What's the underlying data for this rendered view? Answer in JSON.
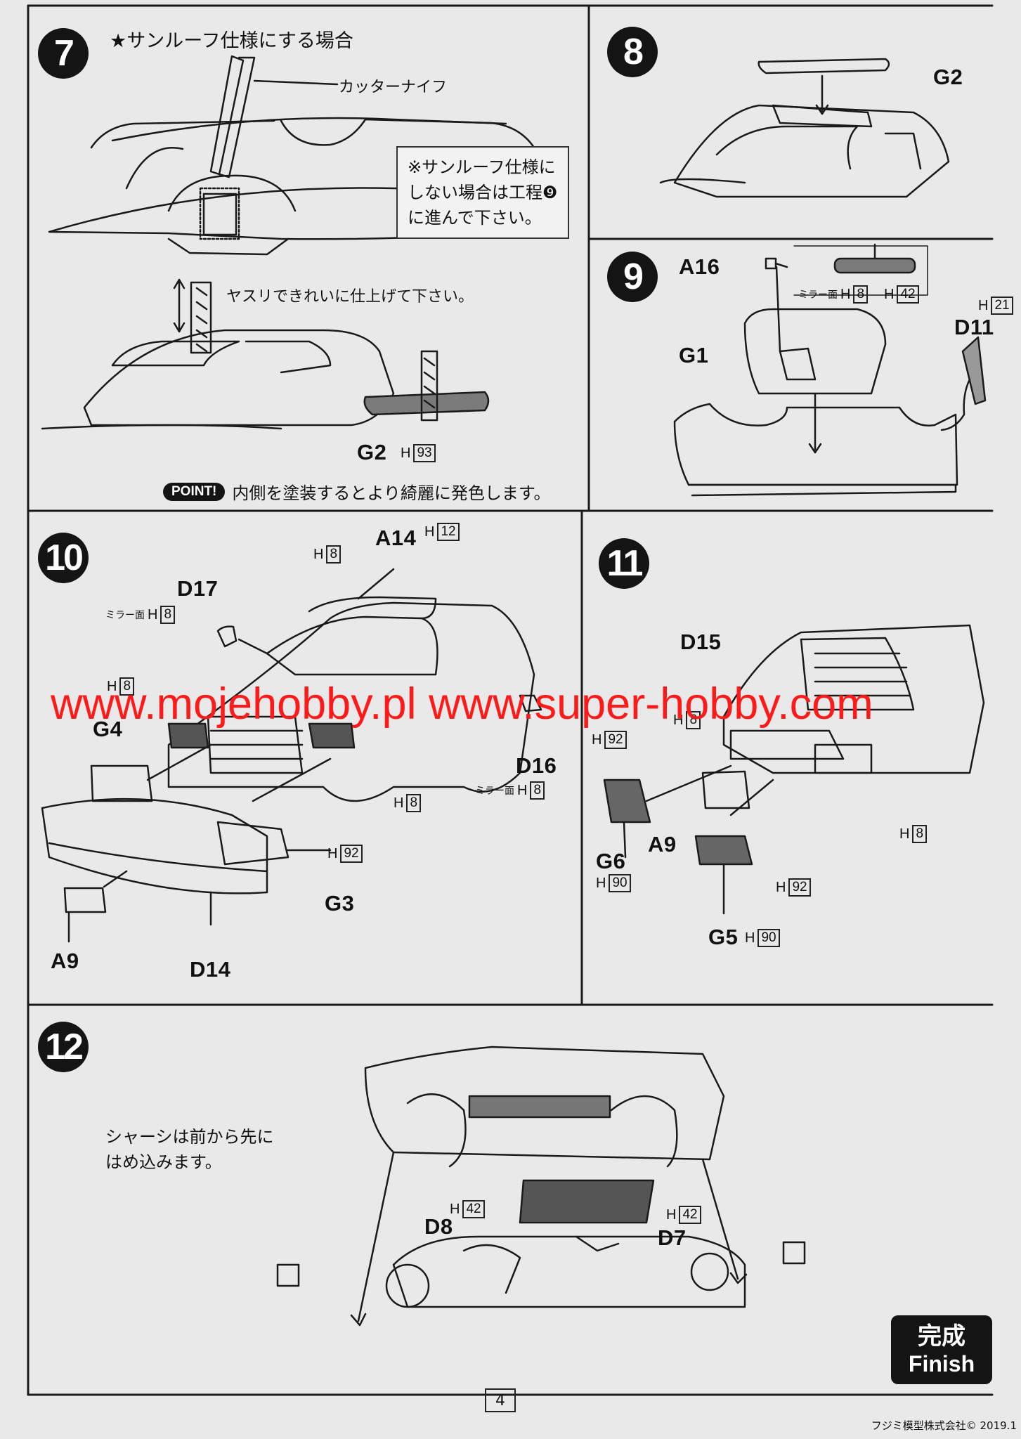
{
  "steps": {
    "s7": {
      "number": "7",
      "title": "★サンルーフ仕様にする場合",
      "tool_label": "カッターナイフ",
      "note_lines": [
        "※サンルーフ仕様に",
        "しない場合は工程❾",
        "に進んで下さい。"
      ],
      "file_instruction": "ヤスリできれいに仕上げて下さい。",
      "part": "G2",
      "paint_prefix": "H",
      "paint_code": "93",
      "point_label": "POINT!",
      "point_text": "内側を塗装するとより綺麗に発色します。"
    },
    "s8": {
      "number": "8",
      "part": "G2"
    },
    "s9": {
      "number": "9",
      "part_a16": "A16",
      "mirror_face": "ミラー面",
      "paint_prefix": "H",
      "paint_mirror": "8",
      "paint_frame": "42",
      "part_g1": "G1",
      "part_d11": "D11",
      "paint_d11": "21"
    },
    "s10": {
      "number": "10",
      "part_a14": "A14",
      "paint_a14": "12",
      "paint_antenna": "8",
      "part_d17": "D17",
      "mirror_face": "ミラー面",
      "paint_d17": "8",
      "paint_left": "8",
      "part_g4": "G4",
      "part_d16": "D16",
      "paint_d16": "8",
      "paint_body": "8",
      "paint_g3": "92",
      "part_g3": "G3",
      "part_a9": "A9",
      "part_d14": "D14",
      "paint_prefix": "H"
    },
    "s11": {
      "number": "11",
      "part_d15": "D15",
      "paint_d15": "8",
      "paint_g6": "92",
      "part_g6": "G6",
      "paint_g6_2": "90",
      "part_a9": "A9",
      "paint_body": "8",
      "paint_g5": "92",
      "part_g5": "G5",
      "paint_g5_2": "90",
      "paint_prefix": "H"
    },
    "s12": {
      "number": "12",
      "instruction_lines": [
        "シャーシは前から先に",
        "はめ込みます。"
      ],
      "part_d8": "D8",
      "paint_d8": "42",
      "part_d7": "D7",
      "paint_d7": "42",
      "paint_prefix": "H"
    }
  },
  "finish": {
    "jp": "完成",
    "en": "Finish"
  },
  "watermark": "www.mojehobby.pl www.super-hobby.com",
  "page_number": "4",
  "copyright": "フジミ模型株式会社© 2019.1",
  "colors": {
    "watermark": "#ff1a1a",
    "ink": "#141414",
    "paper": "#e9e9ea"
  }
}
